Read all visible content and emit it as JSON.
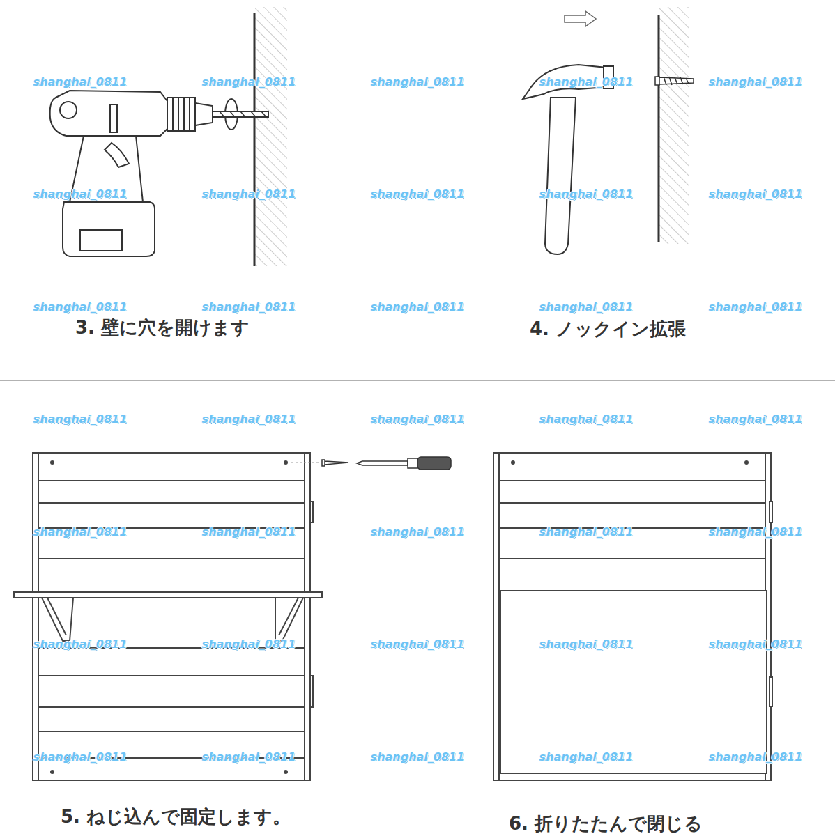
{
  "diagram": {
    "labels": [
      "3. 壁に穴を開けます",
      "4. ノックイン拡張",
      "5. ねじ込んで固定します。",
      "6. 折りたたんで閉じる",
      "shanghai_0811",
      "shanghai_0811",
      "shanghai_0811",
      "shanghai_0811",
      "shanghai_0811",
      "shanghai_0811",
      "shanghai_0811",
      "shanghai_0811",
      "shanghai_0811",
      "shanghai_0811",
      "shanghai_0811",
      "shanghai_0811",
      "shanghai_0811",
      "shanghai_0811",
      "shanghai_0811",
      "shanghai_0811",
      "shanghai_0811",
      "shanghai_0811",
      "shanghai_0811",
      "shanghai_0811",
      "shanghai_0811",
      "shanghai_0811",
      "shanghai_0811",
      "shanghai_0811",
      "shanghai_0811",
      "shanghai_0811",
      "shanghai_0811",
      "shanghai_0811",
      "shanghai_0811",
      "shanghai_0811",
      "shanghai_0811",
      "shanghai_0811",
      "shanghai_0811",
      "shanghai_0811",
      "shanghai_0811"
    ]
  }
}
